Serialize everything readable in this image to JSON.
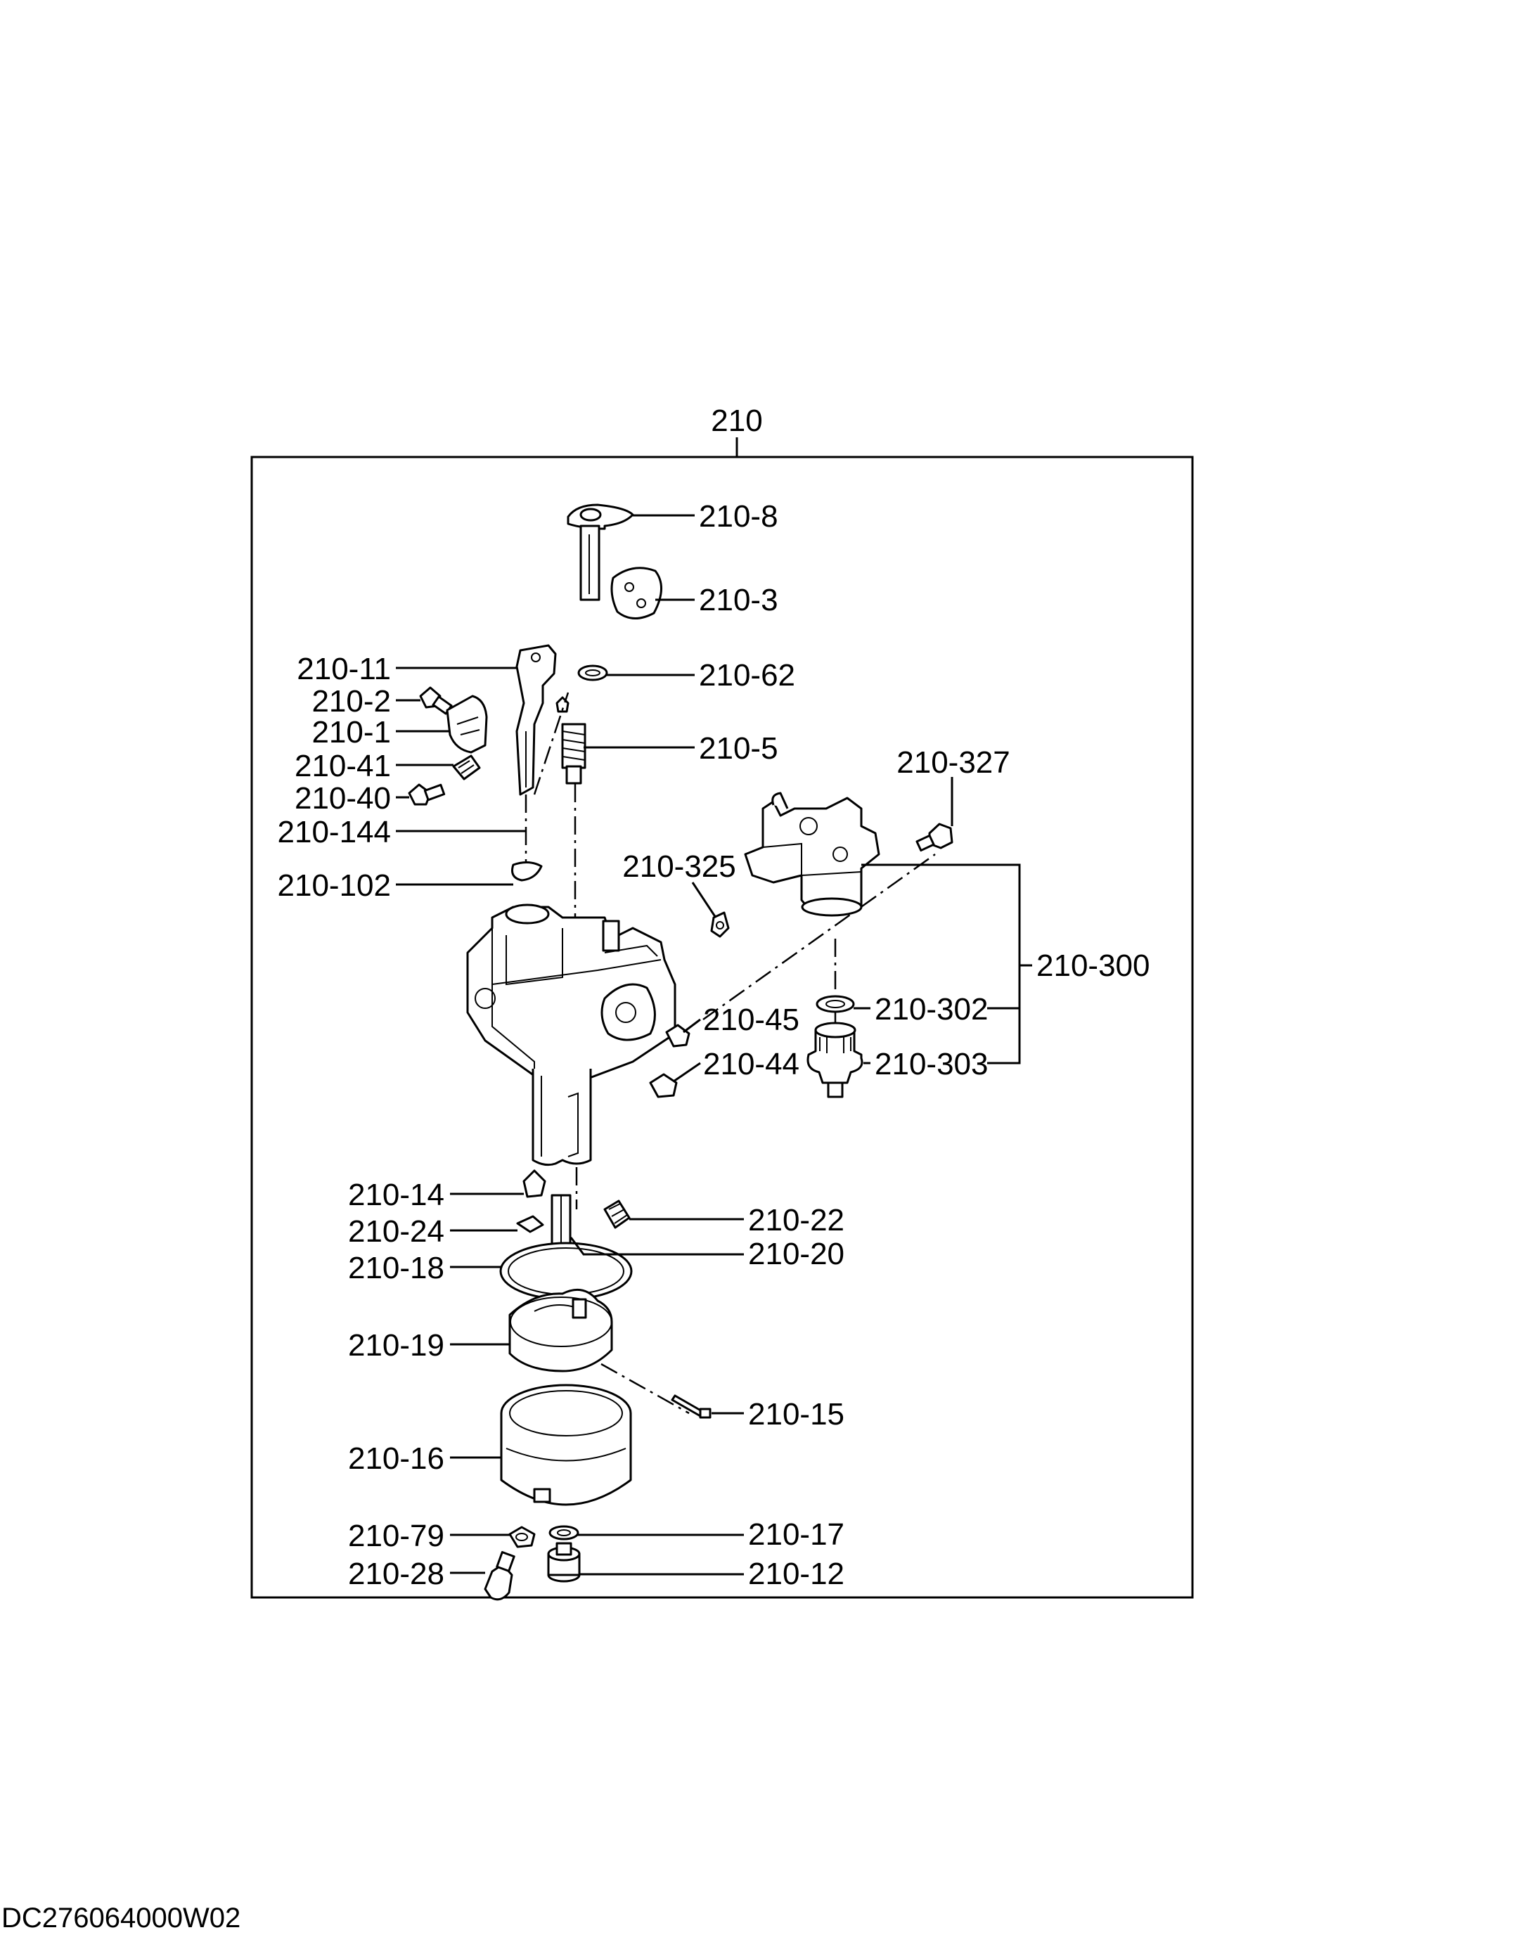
{
  "diagram": {
    "assembly_label": "210",
    "callouts": [
      {
        "id": "p210_8",
        "text": "210-8"
      },
      {
        "id": "p210_3",
        "text": "210-3"
      },
      {
        "id": "p210_11",
        "text": "210-11"
      },
      {
        "id": "p210_62",
        "text": "210-62"
      },
      {
        "id": "p210_2",
        "text": "210-2"
      },
      {
        "id": "p210_1",
        "text": "210-1"
      },
      {
        "id": "p210_5",
        "text": "210-5"
      },
      {
        "id": "p210_41",
        "text": "210-41"
      },
      {
        "id": "p210_327",
        "text": "210-327"
      },
      {
        "id": "p210_40",
        "text": "210-40"
      },
      {
        "id": "p210_144",
        "text": "210-144"
      },
      {
        "id": "p210_325",
        "text": "210-325"
      },
      {
        "id": "p210_102",
        "text": "210-102"
      },
      {
        "id": "p210_300",
        "text": "210-300"
      },
      {
        "id": "p210_45",
        "text": "210-45"
      },
      {
        "id": "p210_302",
        "text": "210-302"
      },
      {
        "id": "p210_44",
        "text": "210-44"
      },
      {
        "id": "p210_303",
        "text": "210-303"
      },
      {
        "id": "p210_14",
        "text": "210-14"
      },
      {
        "id": "p210_22",
        "text": "210-22"
      },
      {
        "id": "p210_24",
        "text": "210-24"
      },
      {
        "id": "p210_20",
        "text": "210-20"
      },
      {
        "id": "p210_18",
        "text": "210-18"
      },
      {
        "id": "p210_19",
        "text": "210-19"
      },
      {
        "id": "p210_15",
        "text": "210-15"
      },
      {
        "id": "p210_16",
        "text": "210-16"
      },
      {
        "id": "p210_79",
        "text": "210-79"
      },
      {
        "id": "p210_17",
        "text": "210-17"
      },
      {
        "id": "p210_28",
        "text": "210-28"
      },
      {
        "id": "p210_12",
        "text": "210-12"
      }
    ]
  },
  "document_code": "DC276064000W02"
}
